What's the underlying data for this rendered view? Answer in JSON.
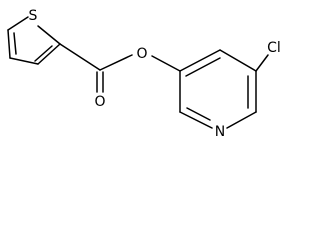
{
  "molecule": {
    "atoms": {
      "thiophene_s": "S",
      "carbonyl_o": "O",
      "ester_o": "O",
      "chlorine": "Cl",
      "pyridine_n": "N"
    }
  }
}
